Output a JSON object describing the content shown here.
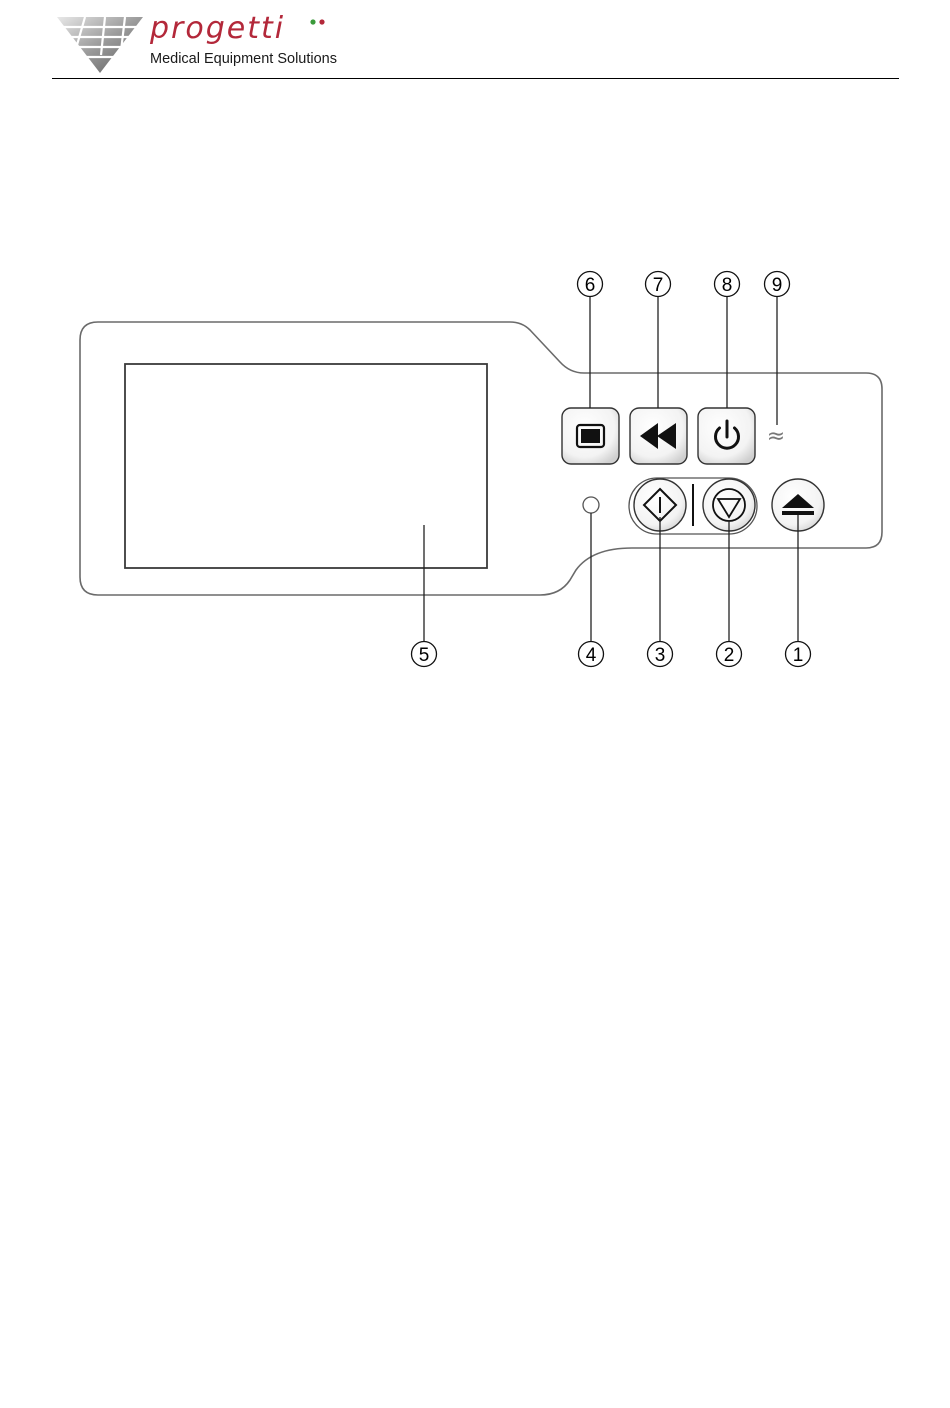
{
  "header": {
    "brand_name": "progetti",
    "tagline": "Medical Equipment Solutions",
    "brand_colors": {
      "red": "#b3283a",
      "green": "#3a9a3a"
    }
  },
  "panel": {
    "callouts": {
      "c1": "1",
      "c2": "2",
      "c3": "3",
      "c4": "4",
      "c5": "5",
      "c6": "6",
      "c7": "7",
      "c8": "8",
      "c9": "9"
    },
    "mains_symbol": "≈",
    "icons": {
      "b6": "display-icon",
      "b7": "rewind-icon",
      "b8": "power-icon",
      "b3": "start-icon",
      "b2": "stop-icon",
      "b1": "eject-icon",
      "indicator": "led-indicator"
    }
  }
}
